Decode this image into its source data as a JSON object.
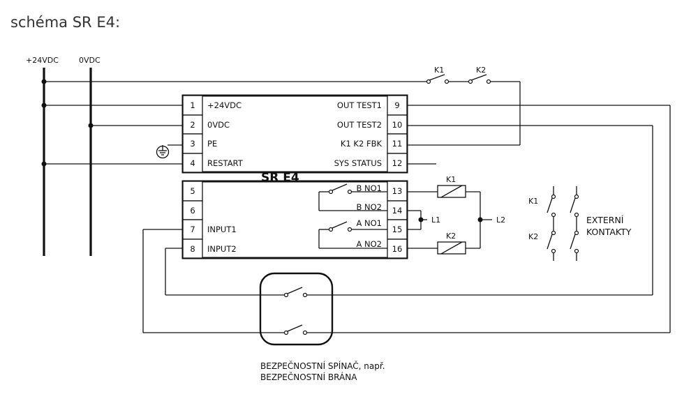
{
  "heading": "schéma SR E4:",
  "supply": {
    "plus": "+24VDC",
    "zero": "0VDC"
  },
  "device": {
    "name": "SR E4"
  },
  "left_terminals": [
    {
      "num": "1",
      "label": "+24VDC"
    },
    {
      "num": "2",
      "label": "0VDC"
    },
    {
      "num": "3",
      "label": "PE"
    },
    {
      "num": "4",
      "label": "RESTART"
    },
    {
      "num": "5",
      "label": ""
    },
    {
      "num": "6",
      "label": ""
    },
    {
      "num": "7",
      "label": "INPUT1"
    },
    {
      "num": "8",
      "label": "INPUT2"
    }
  ],
  "right_terminals": [
    {
      "num": "9",
      "label": "OUT TEST1"
    },
    {
      "num": "10",
      "label": "OUT TEST2"
    },
    {
      "num": "11",
      "label": "K1 K2 FBK"
    },
    {
      "num": "12",
      "label": "SYS STATUS"
    },
    {
      "num": "13",
      "label": "B NO1"
    },
    {
      "num": "14",
      "label": "B NO2"
    },
    {
      "num": "15",
      "label": "A NO1"
    },
    {
      "num": "16",
      "label": "A NO2"
    }
  ],
  "contacts": {
    "k1": "K1",
    "k2": "K2"
  },
  "coils": {
    "k1": "K1",
    "k2": "K2"
  },
  "lines": {
    "l1": "L1",
    "l2": "L2"
  },
  "external": {
    "k1": "K1",
    "k2": "K2",
    "line1": "EXTERNÍ",
    "line2": "KONTAKTY"
  },
  "caption": {
    "line1": "BEZPEČNOSTNÍ SPÍNAČ, např.",
    "line2": "BEZPEČNOSTNÍ BRÁNA"
  }
}
